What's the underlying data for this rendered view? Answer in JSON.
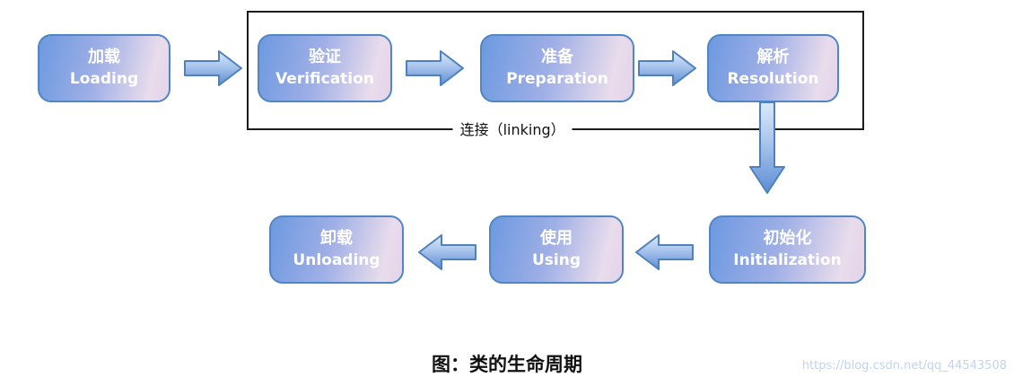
{
  "diagram": {
    "stages": [
      {
        "id": "loading",
        "zh": "加载",
        "en": "Loading"
      },
      {
        "id": "verification",
        "zh": "验证",
        "en": "Verification"
      },
      {
        "id": "preparation",
        "zh": "准备",
        "en": "Preparation"
      },
      {
        "id": "resolution",
        "zh": "解析",
        "en": "Resolution"
      },
      {
        "id": "initialization",
        "zh": "初始化",
        "en": "Initialization"
      },
      {
        "id": "using",
        "zh": "使用",
        "en": "Using"
      },
      {
        "id": "unloading",
        "zh": "卸载",
        "en": "Unloading"
      }
    ],
    "linking": {
      "label": "连接（linking）"
    },
    "caption": "图：类的生命周期",
    "watermark": "https://blog.csdn.net/qq_44543508",
    "colors": {
      "box_border": "#4e86c6",
      "box_gradient_start": "#6d99e0",
      "box_gradient_end": "#e3d4e8",
      "arrow_border": "#4f81bd",
      "arrow_fill_light": "#dce9fa",
      "arrow_fill_dark": "#5d8dd3",
      "group_border": "#1c1c1c",
      "watermark_color": "#c3d4ec"
    }
  }
}
